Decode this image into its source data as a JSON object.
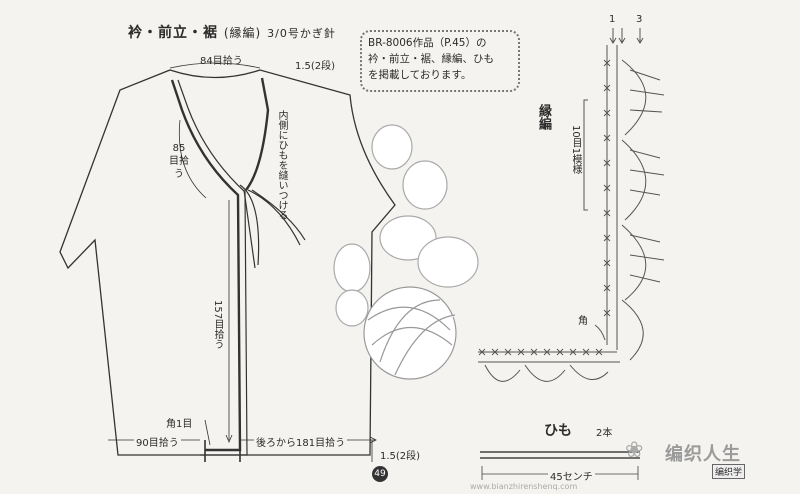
{
  "title": {
    "main": "衿・前立・裾",
    "sub": "(縁編)",
    "hook": "3/0号かぎ針"
  },
  "garment_labels": {
    "neck_count": "84目拾う",
    "edge_rows_top": "1.5(2段)",
    "front_count": "85目拾う",
    "inner_tie_note": "内側にひもを縫いつける",
    "center_count": "157目拾う",
    "corner": "角1目",
    "hem_left": "90目拾う",
    "hem_right": "後ろから181目拾う",
    "edge_rows_bottom": "1.5(2段)"
  },
  "note": {
    "line1": "BR-8006作品（P.45）の",
    "line2": "衿・前立・裾、縁編、ひも",
    "line3": "を掲載しております。"
  },
  "chart": {
    "title": "縁編",
    "row1": "1",
    "row3": "3",
    "repeat": "10目1模様",
    "corner": "角"
  },
  "cord": {
    "title": "ひも",
    "count": "2本",
    "length": "45センチ"
  },
  "page_number": "49",
  "watermark": "www.bianzhirenshenq.com",
  "brand": {
    "name": "编织人生",
    "tag": "编织学"
  }
}
